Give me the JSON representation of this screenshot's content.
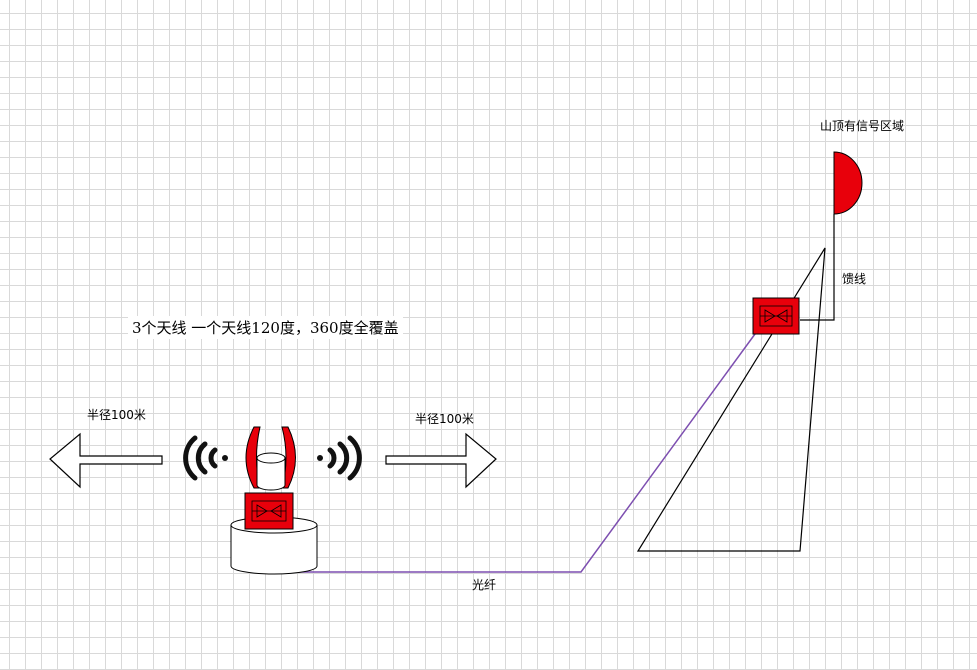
{
  "labels": {
    "mountain_signal_area": "山顶有信号区域",
    "feeder": "馈线",
    "caption": "3个天线  一个天线120度，360度全覆盖",
    "radius_left": "半径100米",
    "radius_right": "半径100米",
    "fiber": "光纤"
  },
  "colors": {
    "device_red": "#e8000b",
    "fiber_line": "#7d4fb0",
    "outline": "#000000"
  },
  "icons": [
    "wifi-wave-icon",
    "antenna-panel-icon",
    "repeater-box-icon",
    "arrow-left-icon",
    "arrow-right-icon",
    "dish-antenna-icon"
  ]
}
